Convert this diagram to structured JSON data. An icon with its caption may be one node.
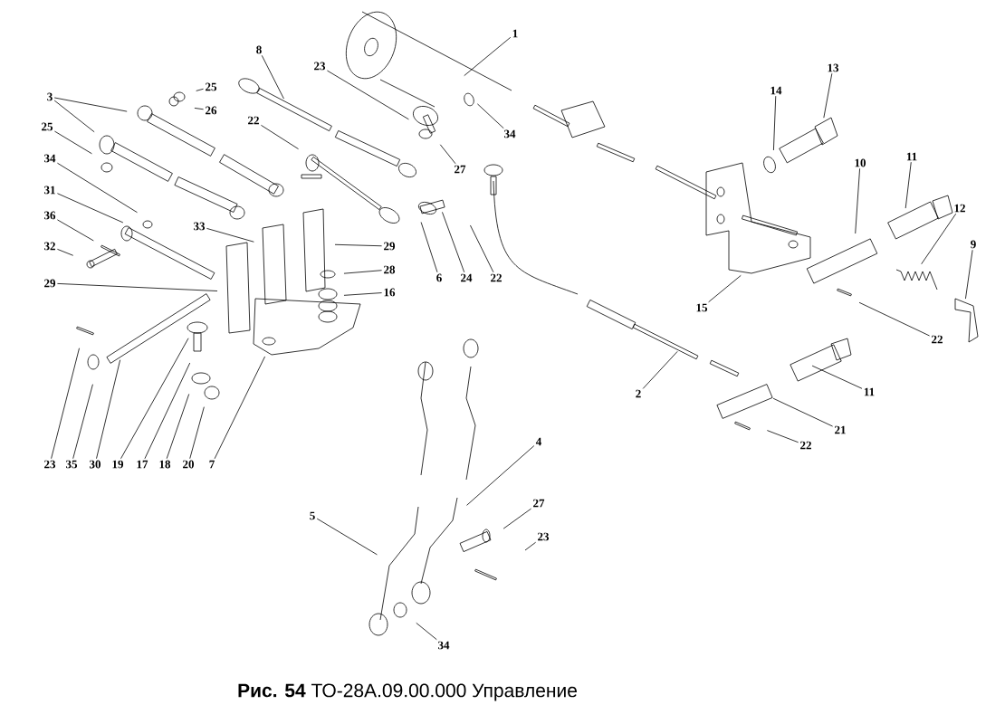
{
  "diagram": {
    "caption": "**Рис. 54** ТО-28А.09.00.000 Управление",
    "nodes": [
      {
        "text": [
          "1"
        ]
      },
      {
        "text": [
          "3"
        ]
      },
      {
        "text": [
          "25"
        ]
      },
      {
        "text": [
          "26"
        ]
      },
      {
        "text": [
          "25"
        ]
      },
      {
        "text": [
          "34"
        ]
      },
      {
        "text": [
          "31"
        ]
      },
      {
        "text": [
          "36"
        ]
      },
      {
        "text": [
          "32"
        ]
      },
      {
        "text": [
          "29"
        ]
      },
      {
        "text": [
          "8"
        ]
      },
      {
        "text": [
          "23"
        ]
      },
      {
        "text": [
          "22"
        ]
      },
      {
        "text": [
          "33"
        ]
      },
      {
        "text": [
          "29"
        ]
      },
      {
        "text": [
          "28"
        ]
      },
      {
        "text": [
          "16"
        ]
      },
      {
        "text": [
          "6"
        ]
      },
      {
        "text": [
          "24"
        ]
      },
      {
        "text": [
          "22"
        ]
      },
      {
        "text": [
          "27"
        ]
      },
      {
        "text": [
          "34"
        ]
      },
      {
        "text": [
          "23"
        ]
      },
      {
        "text": [
          "35"
        ]
      },
      {
        "text": [
          "30"
        ]
      },
      {
        "text": [
          "19"
        ]
      },
      {
        "text": [
          "17"
        ]
      },
      {
        "text": [
          "18"
        ]
      },
      {
        "text": [
          "20"
        ]
      },
      {
        "text": [
          "7"
        ]
      },
      {
        "text": [
          "14"
        ]
      },
      {
        "text": [
          "13"
        ]
      },
      {
        "text": [
          "11"
        ]
      },
      {
        "text": [
          "10"
        ]
      },
      {
        "text": [
          "12"
        ]
      },
      {
        "text": [
          "9"
        ]
      },
      {
        "text": [
          "15"
        ]
      },
      {
        "text": [
          "22"
        ]
      },
      {
        "text": [
          "2"
        ]
      },
      {
        "text": [
          "11"
        ]
      },
      {
        "text": [
          "21"
        ]
      },
      {
        "text": [
          "22"
        ]
      },
      {
        "text": [
          "4"
        ]
      },
      {
        "text": [
          "5"
        ]
      },
      {
        "text": [
          "27"
        ]
      },
      {
        "text": [
          "23"
        ]
      },
      {
        "text": [
          "34"
        ]
      }
    ],
    "edges": [
      {
        "from": 0,
        "to": null,
        "arrow": "none"
      },
      {
        "from": 1,
        "to": null,
        "arrow": "none"
      },
      {
        "from": 1,
        "to": null,
        "arrow": "none"
      },
      {
        "from": 2,
        "to": null,
        "arrow": "none"
      },
      {
        "from": 3,
        "to": null,
        "arrow": "none"
      },
      {
        "from": 4,
        "to": null,
        "arrow": "none"
      },
      {
        "from": 5,
        "to": null,
        "arrow": "none"
      },
      {
        "from": 6,
        "to": null,
        "arrow": "none"
      },
      {
        "from": 7,
        "to": null,
        "arrow": "none"
      },
      {
        "from": 8,
        "to": null,
        "arrow": "none"
      },
      {
        "from": 9,
        "to": null,
        "arrow": "none"
      },
      {
        "from": 10,
        "to": null,
        "arrow": "none"
      },
      {
        "from": 11,
        "to": null,
        "arrow": "none"
      },
      {
        "from": 12,
        "to": null,
        "arrow": "none"
      },
      {
        "from": 13,
        "to": null,
        "arrow": "none"
      },
      {
        "from": 14,
        "to": null,
        "arrow": "none"
      },
      {
        "from": 15,
        "to": null,
        "arrow": "none"
      },
      {
        "from": 16,
        "to": null,
        "arrow": "none"
      },
      {
        "from": 17,
        "to": null,
        "arrow": "none"
      },
      {
        "from": 18,
        "to": null,
        "arrow": "none"
      },
      {
        "from": 19,
        "to": null,
        "arrow": "none"
      },
      {
        "from": 20,
        "to": null,
        "arrow": "none"
      },
      {
        "from": 21,
        "to": null,
        "arrow": "none"
      },
      {
        "from": 22,
        "to": null,
        "arrow": "none"
      },
      {
        "from": 23,
        "to": null,
        "arrow": "none"
      },
      {
        "from": 24,
        "to": null,
        "arrow": "none"
      },
      {
        "from": 25,
        "to": null,
        "arrow": "none"
      },
      {
        "from": 26,
        "to": null,
        "arrow": "none"
      },
      {
        "from": 27,
        "to": null,
        "arrow": "none"
      },
      {
        "from": 28,
        "to": null,
        "arrow": "none"
      },
      {
        "from": 29,
        "to": null,
        "arrow": "none"
      },
      {
        "from": 30,
        "to": null,
        "arrow": "none"
      },
      {
        "from": 31,
        "to": null,
        "arrow": "none"
      },
      {
        "from": 32,
        "to": null,
        "arrow": "none"
      },
      {
        "from": 33,
        "to": null,
        "arrow": "none"
      },
      {
        "from": 34,
        "to": null,
        "arrow": "none"
      },
      {
        "from": 35,
        "to": null,
        "arrow": "none"
      },
      {
        "from": 36,
        "to": null,
        "arrow": "none"
      },
      {
        "from": 37,
        "to": null,
        "arrow": "none"
      },
      {
        "from": 38,
        "to": null,
        "arrow": "none"
      },
      {
        "from": 39,
        "to": null,
        "arrow": "none"
      },
      {
        "from": 40,
        "to": null,
        "arrow": "none"
      },
      {
        "from": 41,
        "to": null,
        "arrow": "none"
      },
      {
        "from": 42,
        "to": null,
        "arrow": "none"
      },
      {
        "from": 43,
        "to": null,
        "arrow": "none"
      },
      {
        "from": 44,
        "to": null,
        "arrow": "none"
      },
      {
        "from": 45,
        "to": null,
        "arrow": "none"
      },
      {
        "from": 46,
        "to": null,
        "arrow": "none"
      }
    ]
  }
}
